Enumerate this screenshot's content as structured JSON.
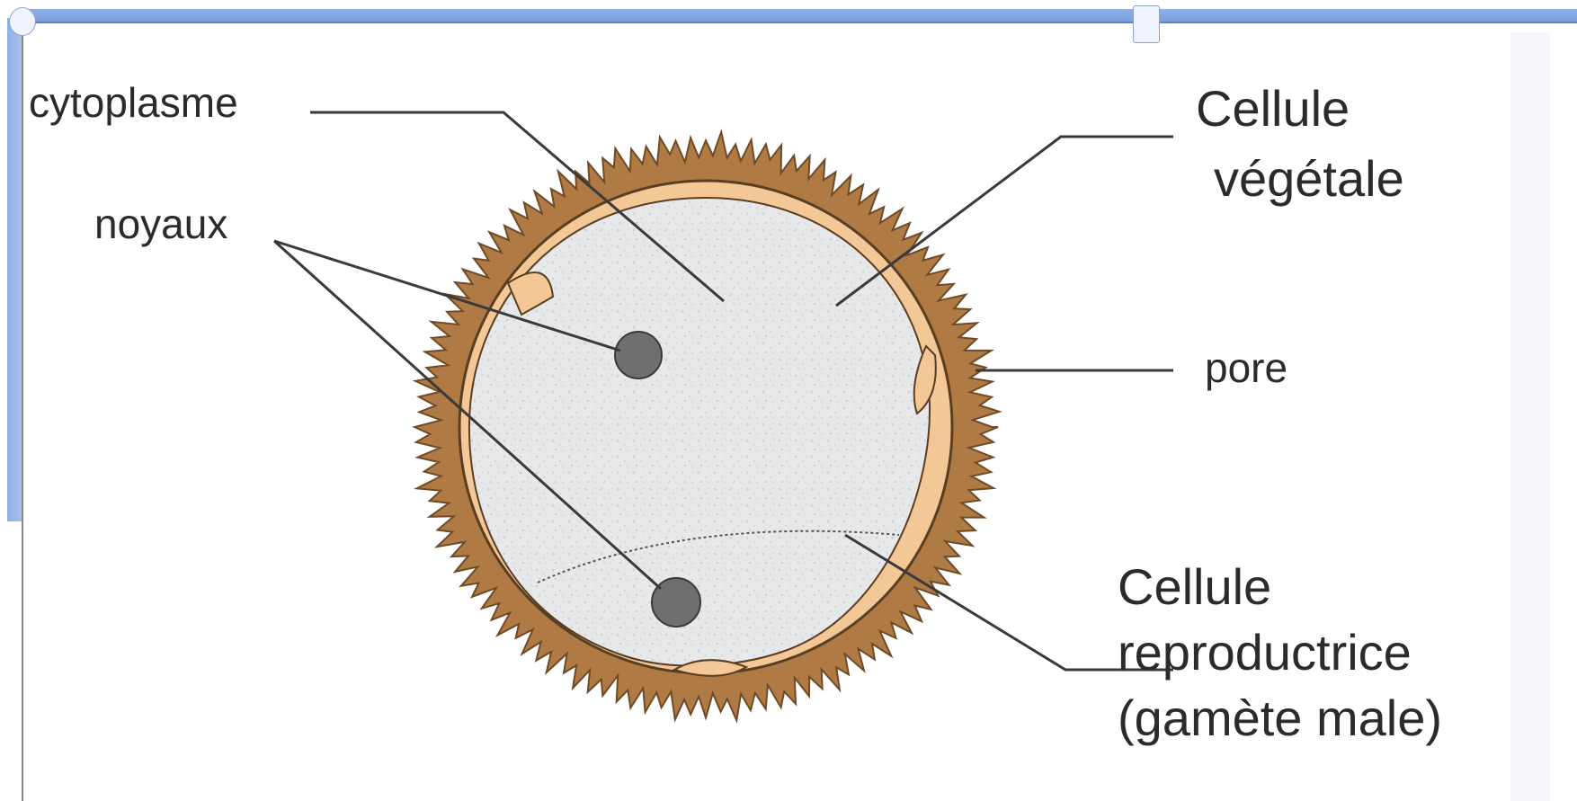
{
  "diagram": {
    "labels": {
      "cytoplasm": "cytoplasme",
      "nuclei": "noyaux",
      "vegetative_cell_line1": "Cellule",
      "vegetative_cell_line2": "végétale",
      "pore": "pore",
      "reproductive_cell_line1": "Cellule",
      "reproductive_cell_line2": "reproductrice",
      "reproductive_cell_line3": "(gamète male)"
    }
  },
  "colors": {
    "exine": "#b07a45",
    "intine": "#f5c99c",
    "cytoplasm": "#e8eaeb",
    "nucleus": "#707070",
    "leader": "#3a3a3a"
  }
}
